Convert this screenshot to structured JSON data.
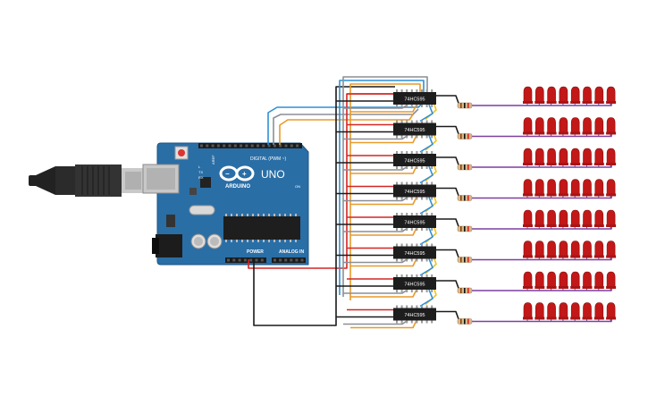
{
  "board": {
    "brand": "ARDUINO",
    "model": "UNO",
    "digital_label": "DIGITAL (PWM ~)",
    "power_label": "POWER",
    "analog_label": "ANALOG IN",
    "aref_label": "AREF",
    "gnd_label": "GND",
    "tx_label": "TX",
    "rx_label": "RX",
    "on_label": "ON",
    "l_label": "L",
    "color_board": "#2a6ea6"
  },
  "shift_register": {
    "label": "74HC595",
    "count": 8
  },
  "led_row": {
    "count": 8,
    "color": "#c21818"
  },
  "wire_colors": {
    "data": "#2f8fd6",
    "clock": "#8a8f96",
    "latch": "#e89a2b",
    "power": "#d42525",
    "ground": "#1a1a1a",
    "chain": "#f0c419",
    "led": "#7b3fa0"
  }
}
